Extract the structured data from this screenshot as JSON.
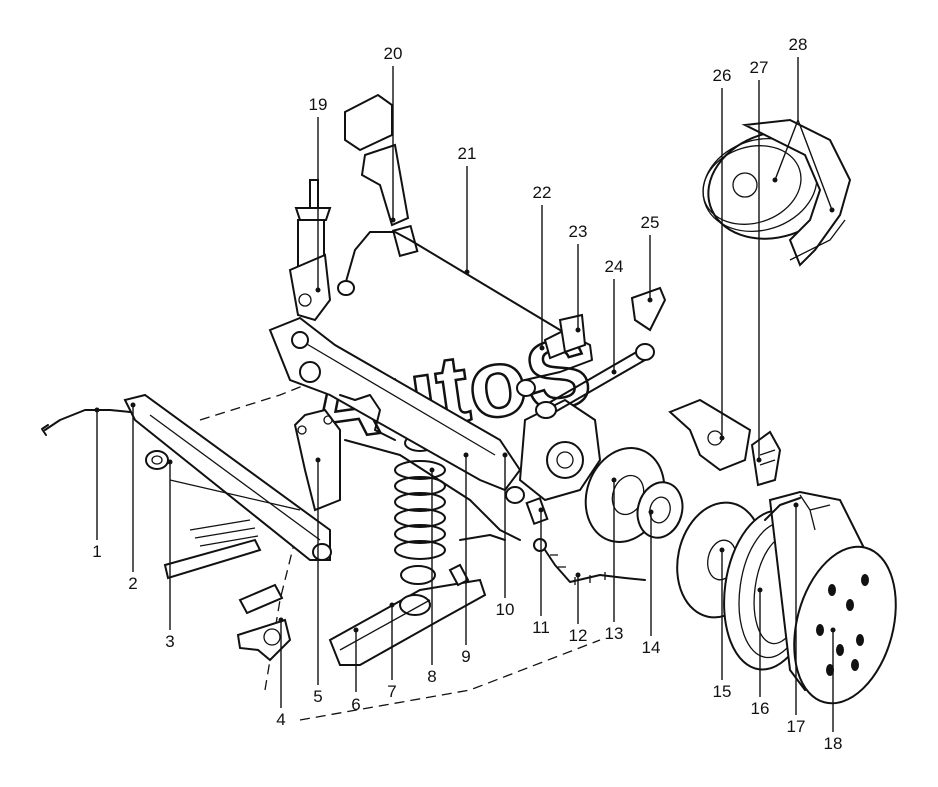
{
  "watermark": "AutoS",
  "callouts": [
    {
      "id": "1",
      "label": "1"
    },
    {
      "id": "2",
      "label": "2"
    },
    {
      "id": "3",
      "label": "3"
    },
    {
      "id": "4",
      "label": "4"
    },
    {
      "id": "5",
      "label": "5"
    },
    {
      "id": "6",
      "label": "6"
    },
    {
      "id": "7",
      "label": "7"
    },
    {
      "id": "8",
      "label": "8"
    },
    {
      "id": "9",
      "label": "9"
    },
    {
      "id": "10",
      "label": "10"
    },
    {
      "id": "11",
      "label": "11"
    },
    {
      "id": "12",
      "label": "12"
    },
    {
      "id": "13",
      "label": "13"
    },
    {
      "id": "14",
      "label": "14"
    },
    {
      "id": "15",
      "label": "15"
    },
    {
      "id": "16",
      "label": "16"
    },
    {
      "id": "17",
      "label": "17"
    },
    {
      "id": "18",
      "label": "18"
    },
    {
      "id": "19",
      "label": "19"
    },
    {
      "id": "20",
      "label": "20"
    },
    {
      "id": "21",
      "label": "21"
    },
    {
      "id": "22",
      "label": "22"
    },
    {
      "id": "23",
      "label": "23"
    },
    {
      "id": "24",
      "label": "24"
    },
    {
      "id": "25",
      "label": "25"
    },
    {
      "id": "26",
      "label": "26"
    },
    {
      "id": "27",
      "label": "27"
    },
    {
      "id": "28",
      "label": "28"
    }
  ]
}
